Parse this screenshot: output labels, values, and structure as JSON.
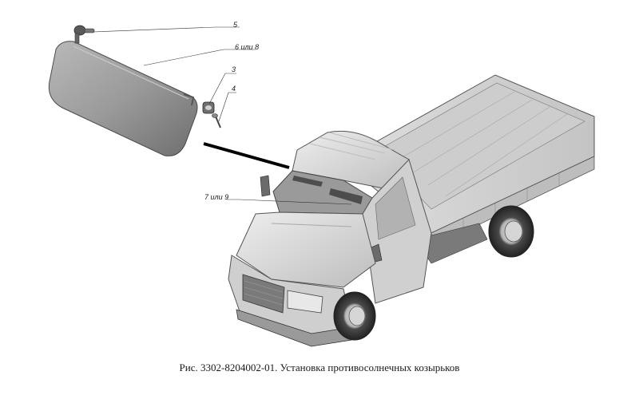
{
  "diagram": {
    "callouts": {
      "c5": "5",
      "c6": "6 или 8",
      "c3": "3",
      "c4": "4",
      "c7": "7 или 9"
    },
    "caption": "Рис. 3302-8204002-01. Установка противосолнечных козырьков"
  },
  "colors": {
    "body": "#d2d2d2",
    "shade": "#9e9e9e",
    "dark": "#3c3c3c",
    "visor": "#8f8f8f"
  }
}
